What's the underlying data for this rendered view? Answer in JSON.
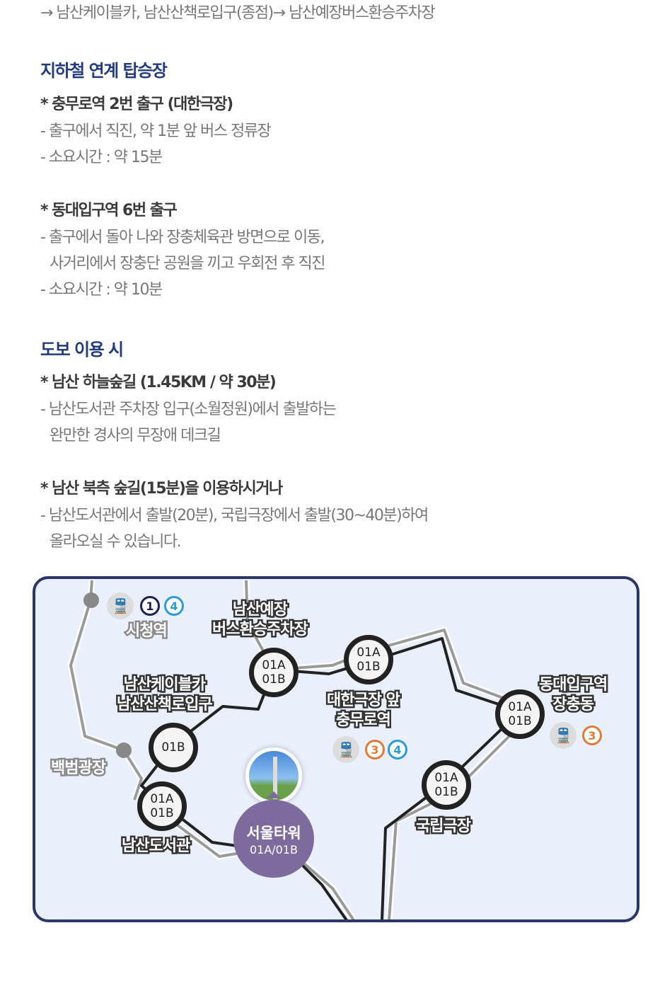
{
  "intro_line": "→ 남산케이블카, 남산산책로입구(종점)→ 남산예장버스환승주차장",
  "subway": {
    "heading": "지하철 연계 탑승장",
    "items": [
      {
        "title": "* 충무로역 2번 출구 (대한극장)",
        "lines": [
          "- 출구에서 직진, 약 1분 앞 버스 정류장",
          "- 소요시간 : 약 15분"
        ]
      },
      {
        "title": "* 동대입구역 6번 출구",
        "lines": [
          "- 출구에서 돌아 나와 장충체육관 방면으로 이동,",
          "사거리에서 장충단 공원을 끼고 우회전 후 직진",
          "- 소요시간 : 약 10분"
        ]
      }
    ]
  },
  "walk": {
    "heading": "도보 이용 시",
    "items": [
      {
        "title": "* 남산 하늘숲길 (1.45KM / 약 30분)",
        "lines": [
          "- 남산도서관 주차장 입구(소월정원)에서 출발하는",
          "완만한 경사의 무장애 데크길"
        ]
      },
      {
        "title": "* 남산 북측 숲길(15분)을 이용하시거나",
        "lines": [
          "- 남산도서관에서 출발(20분), 국립극장에서 출발(30~40분)하여",
          "올라오실 수 있습니다."
        ]
      }
    ]
  },
  "map": {
    "places": {
      "cityhall": "시청역",
      "baekbeom": "백범광장",
      "yejang": "남산예장\n버스환승주차장",
      "cable": "남산케이블카\n남산산책로입구",
      "daehan": "대한극장 앞\n충무로역",
      "dongdae": "동대입구역\n장충동",
      "gukrip": "국립극장",
      "library": "남산도서관"
    },
    "stops": {
      "a": "01A",
      "b": "01B"
    },
    "tower": {
      "name": "서울타워",
      "codes": "01A/01B"
    },
    "lines": {
      "l1": "1",
      "l3": "3",
      "l4": "4"
    },
    "colors": {
      "line1": "#1a2352",
      "line3": "#e07b39",
      "line4": "#2b9ad6",
      "route": "#222222",
      "border": "#2b3766"
    }
  }
}
